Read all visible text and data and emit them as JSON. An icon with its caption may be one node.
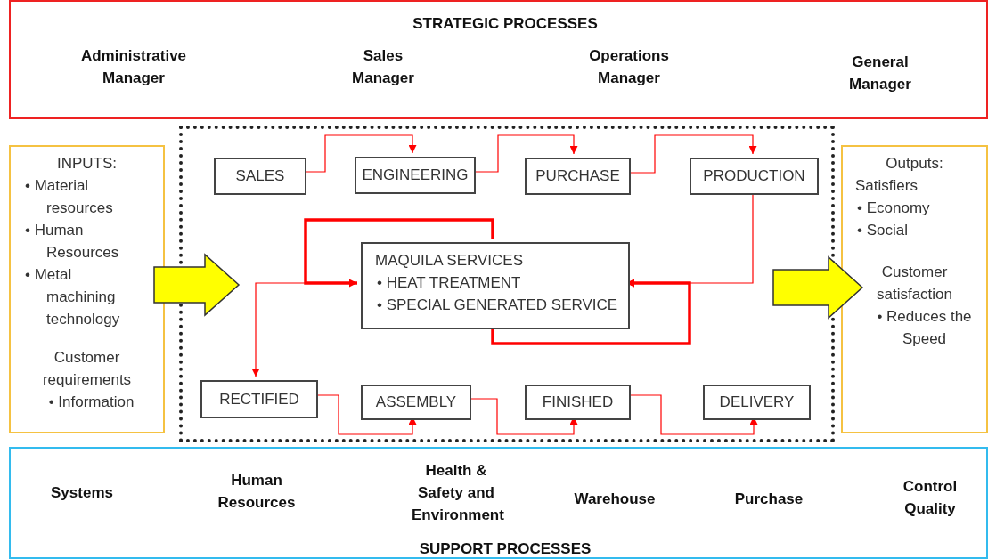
{
  "diagram": {
    "nodes": [
      {
        "text": [
          "STRATEGIC PROCESSES",
          "Administrative Manager",
          "Sales Manager",
          "Operations Manager",
          "General Manager"
        ]
      },
      {
        "text": [
          "INPUTS:",
          "• Material resources",
          "• Human Resources",
          "• Metal machining technology",
          "Customer requirements",
          "• Information"
        ]
      },
      {
        "text": [],
        "shape": "box"
      },
      {
        "text": [
          "SALES"
        ],
        "in": 2
      },
      {
        "text": [
          "ENGINEERING"
        ],
        "in": 2
      },
      {
        "text": [
          "PURCHASE"
        ],
        "in": 2
      },
      {
        "text": [
          "PRODUCTION"
        ],
        "in": 2
      },
      {
        "text": [
          "MAQUILA SERVICES",
          "• HEAT TREATMENT",
          "• SPECIAL GENERATED SERVICE"
        ],
        "in": 2
      },
      {
        "text": [
          "RECTIFIED"
        ],
        "in": 2
      },
      {
        "text": [
          "ASSEMBLY"
        ],
        "in": 2
      },
      {
        "text": [
          "FINISHED"
        ],
        "in": 2
      },
      {
        "text": [
          "DELIVERY"
        ],
        "in": 2
      },
      {
        "text": [
          "Outputs:",
          "Satisfiers",
          "• Economy",
          "• Social",
          "Customer satisfaction",
          "• Reduces the Speed"
        ]
      },
      {
        "text": [
          "Systems",
          "Human Resources",
          "Health & Safety and Environment",
          "Warehouse",
          "Purchase",
          "Control Quality",
          "SUPPORT PROCESSES"
        ]
      }
    ],
    "edges": [
      {
        "from": 1,
        "to": 2,
        "arrow": "to",
        "style": "thick",
        "color": "#ffff00"
      },
      {
        "from": 2,
        "to": 12,
        "arrow": "to",
        "style": "thick",
        "color": "#ffff00"
      },
      {
        "from": 3,
        "to": 4,
        "arrow": "to"
      },
      {
        "from": 4,
        "to": 5,
        "arrow": "to"
      },
      {
        "from": 5,
        "to": 6,
        "arrow": "to"
      },
      {
        "from": 6,
        "to": 7,
        "arrow": "to"
      },
      {
        "from": 7,
        "to": 7,
        "arrow": "to",
        "style": "thick"
      },
      {
        "from": 7,
        "to": 7,
        "arrow": "to",
        "style": "thick"
      },
      {
        "from": 7,
        "to": 8,
        "arrow": "to"
      },
      {
        "from": 8,
        "to": 9,
        "arrow": "to"
      },
      {
        "from": 9,
        "to": 10,
        "arrow": "to"
      },
      {
        "from": 10,
        "to": 11,
        "arrow": "to"
      }
    ]
  }
}
